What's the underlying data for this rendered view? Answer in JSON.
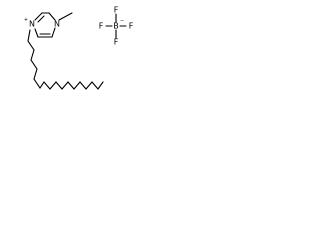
{
  "molecule": {
    "cation": {
      "ring_n1": "N",
      "ring_n3": "N",
      "ring_n3_charge": "+"
    },
    "anion": {
      "center": "B",
      "center_charge": "−",
      "f_top": "F",
      "f_left": "F",
      "f_right": "F",
      "f_bottom": "F"
    }
  },
  "colors": {
    "ink": "#000000",
    "background": "#ffffff"
  }
}
